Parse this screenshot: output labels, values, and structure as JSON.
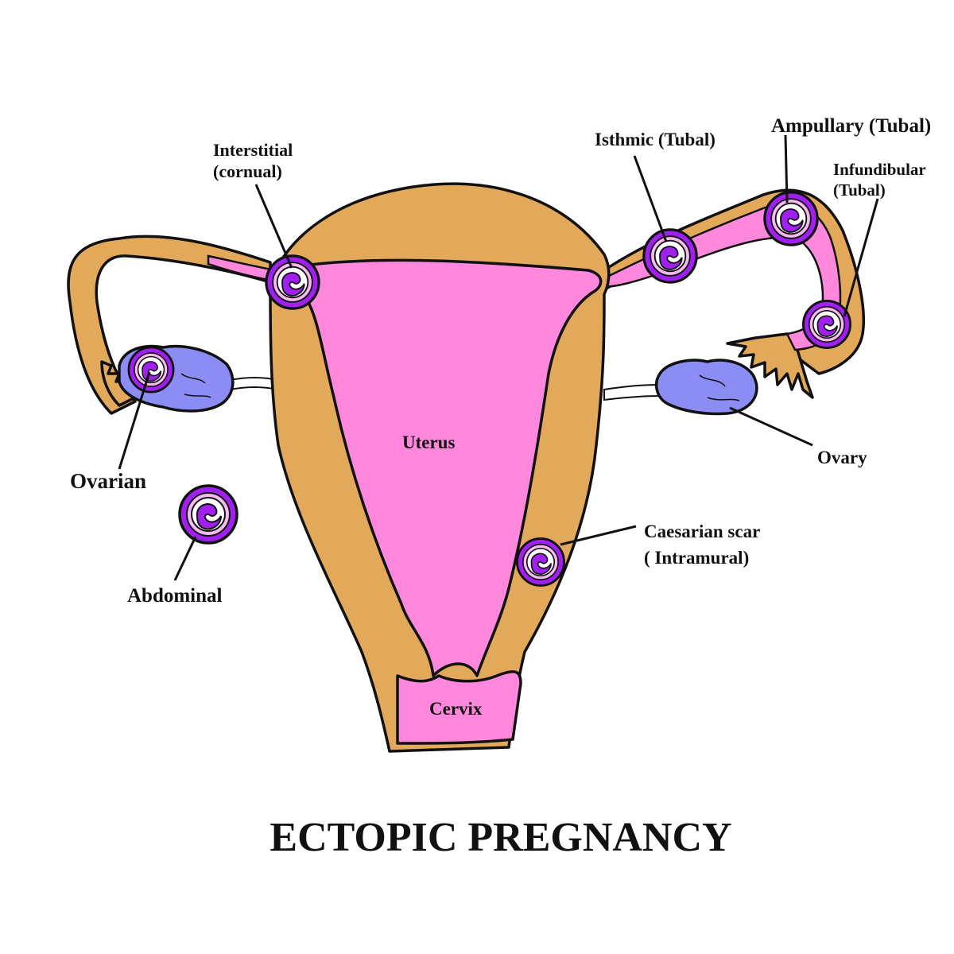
{
  "title": "ECTOPIC PREGNANCY",
  "labels": {
    "interstitial_1": "Interstitial",
    "interstitial_2": "(cornual)",
    "isthmic": "Isthmic (Tubal)",
    "ampullary": "Ampullary (Tubal)",
    "infundibular_1": "Infundibular",
    "infundibular_2": "(Tubal)",
    "ovarian": "Ovarian",
    "ovary": "Ovary",
    "uterus": "Uterus",
    "abdominal": "Abdominal",
    "caesarian_1": "Caesarian scar",
    "caesarian_2": "( Intramural)",
    "cervix": "Cervix"
  },
  "colors": {
    "muscle": "#E2A95A",
    "cavity": "#FF88DD",
    "ovary": "#8C8CF5",
    "sac_outer": "#A020F0",
    "sac_ring": "#F6B9F0",
    "embryo": "#A020F0",
    "outline": "#111111"
  }
}
